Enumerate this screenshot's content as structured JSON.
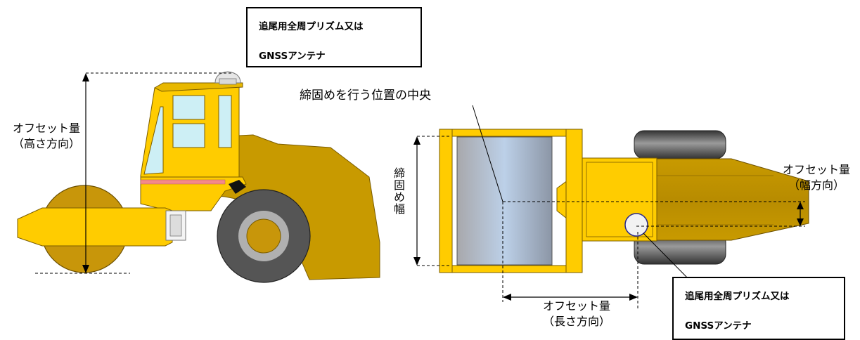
{
  "callouts": {
    "top_box": {
      "line1": "追尾用全周プリズム又は",
      "line2": "GNSSアンテナ"
    },
    "bottom_box": {
      "line1": "追尾用全周プリズム又は",
      "line2": "GNSSアンテナ"
    }
  },
  "labels": {
    "height_offset": {
      "line1": "オフセット量",
      "line2": "（高さ方向）"
    },
    "compaction_center": "締固めを行う位置の中央",
    "compaction_width": "締固め幅",
    "width_offset": {
      "line1": "オフセット量",
      "line2": "（幅方向）"
    },
    "length_offset": {
      "line1": "オフセット量",
      "line2": "（長さ方向）"
    }
  },
  "colors": {
    "body_yellow": "#FFCC00",
    "body_shadow": "#C89A00",
    "drum_gold": "#C8960A",
    "glass": "#CDEFF5",
    "tire": "#555555",
    "tire_rim": "#B0B0B0",
    "stripe": "#F48A8A",
    "drum_top": "#B8C8DC"
  }
}
